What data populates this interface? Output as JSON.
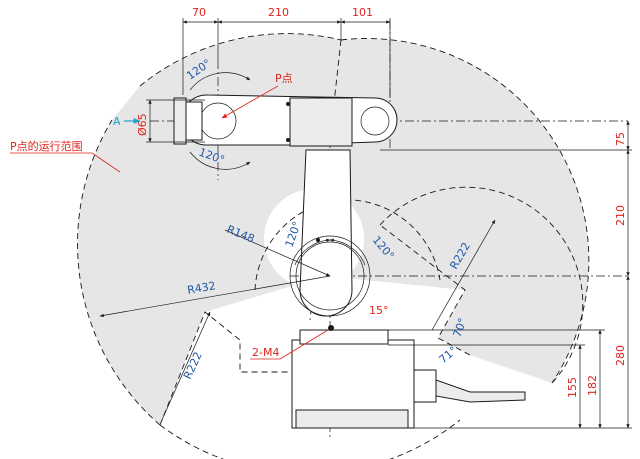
{
  "diagram": {
    "top_dimensions": [
      "70",
      "210",
      "101"
    ],
    "right_dimensions": [
      "75",
      "210",
      "280"
    ],
    "bottom_right_dimensions": [
      "155",
      "182"
    ],
    "radii": [
      "R148",
      "R432",
      "R222",
      "R222"
    ],
    "angles": [
      "120°",
      "120°",
      "120°",
      "120°",
      "15°",
      "70°",
      "71°"
    ],
    "labels": {
      "point_p": "P点",
      "point_p_range": "P点的运行范围",
      "view_a": "A",
      "diameter": "Ø65",
      "mount_holes": "2-M4"
    },
    "colors": {
      "dimension": "#e0221b",
      "angle_radius": "#2158a8",
      "view_arrow": "#1aa3c8",
      "work_area": "#e6e6e6"
    }
  }
}
